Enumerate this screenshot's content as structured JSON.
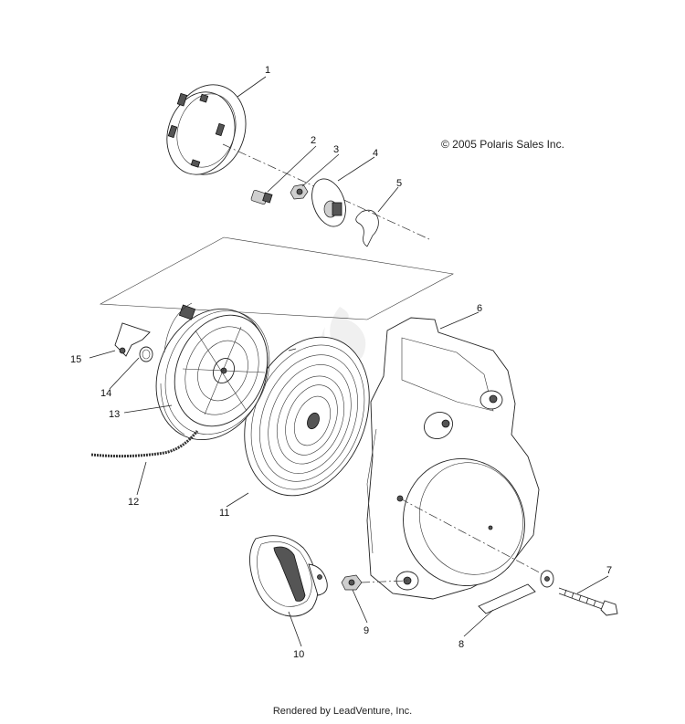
{
  "copyright": "© 2005 Polaris Sales Inc.",
  "footer": "Rendered by LeadVenture, Inc.",
  "callouts": [
    "1",
    "2",
    "3",
    "4",
    "5",
    "6",
    "7",
    "8",
    "9",
    "10",
    "11",
    "12",
    "13",
    "14",
    "15"
  ]
}
